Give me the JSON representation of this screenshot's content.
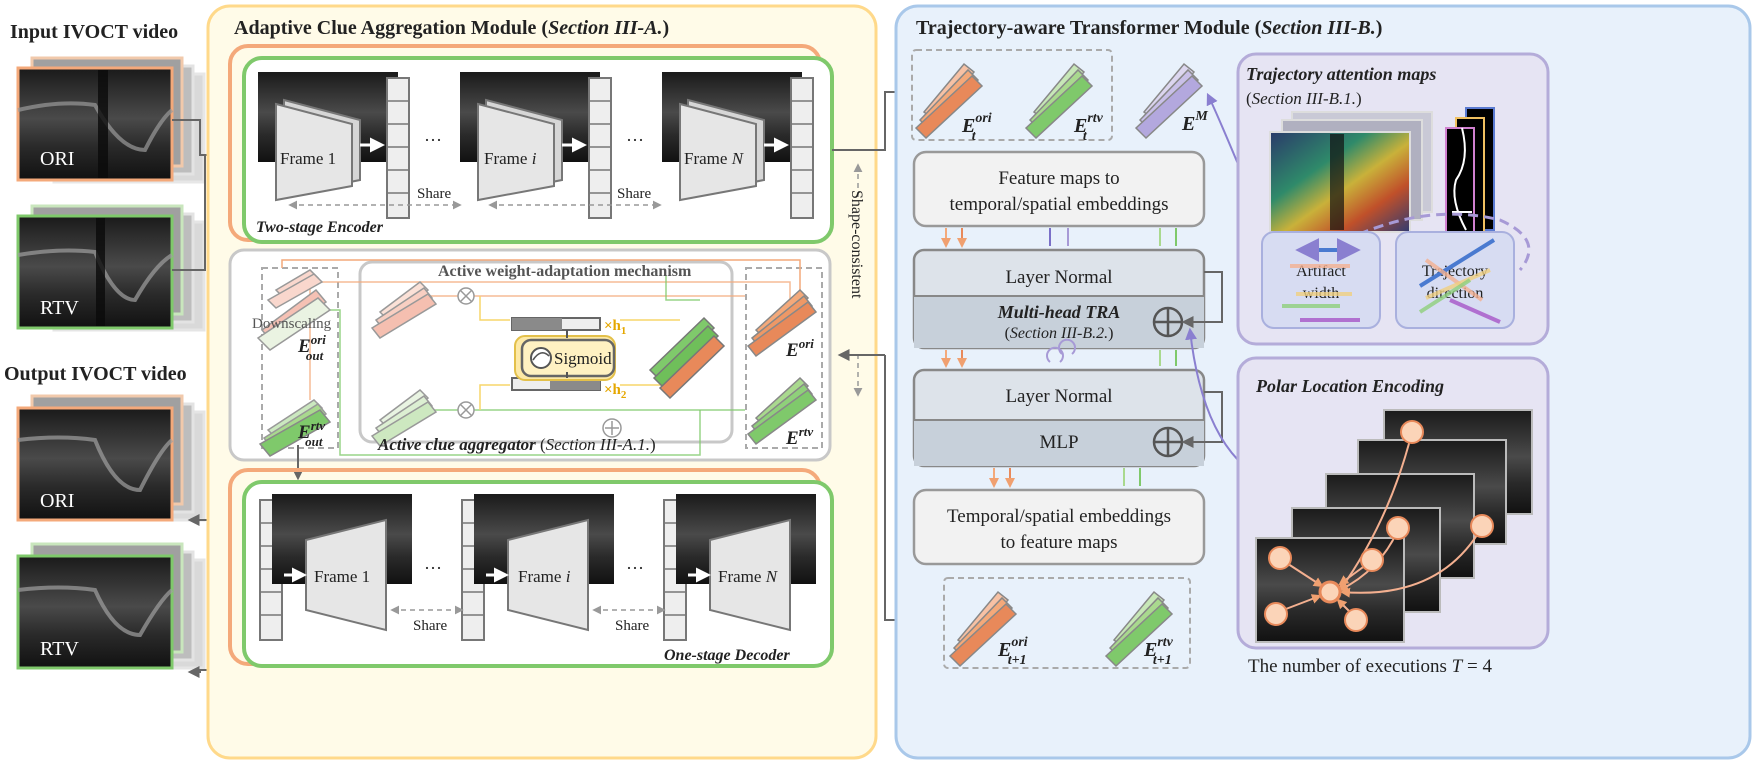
{
  "left_panel": {
    "input_title": "Input IVOCT video",
    "output_title": "Output IVOCT video",
    "ori_label": "ORI",
    "rtv_label": "RTV"
  },
  "acam": {
    "title_main": "Adaptive Clue Aggregation Module (",
    "title_section": "Section III-A.",
    "title_close": ")",
    "encoder": {
      "frames": [
        "Frame 1",
        "Frame ",
        "Frame "
      ],
      "frame_suffix": [
        "",
        "i",
        "N"
      ],
      "ellipsis": "···",
      "share": "Share",
      "caption": "Two-stage Encoder"
    },
    "aggregator": {
      "mechanism": "Active weight-adaptation mechanism",
      "downscaling": "Downscaling",
      "sigmoid": "Sigmoid",
      "h1": "×h",
      "h1_sub": "1",
      "h2": "×h",
      "h2_sub": "2",
      "e_out_base": "E",
      "e_out_ori_sup": "ori",
      "e_out_sub": "out",
      "e_out_rtv_sup": "rtv",
      "e_ori": "E",
      "e_ori_sup": "ori",
      "e_rtv": "E",
      "e_rtv_sup": "rtv",
      "caption_main": "Active clue aggregator",
      "caption_sec_open": " (",
      "caption_section": "Section III-A.1.",
      "caption_close": ")"
    },
    "shape_consistent": "Shape-consistent",
    "decoder": {
      "frames": [
        "Frame 1",
        "Frame ",
        "Frame "
      ],
      "frame_suffix": [
        "",
        "i",
        "N"
      ],
      "ellipsis": "···",
      "share": "Share",
      "caption": "One-stage Decoder"
    }
  },
  "tatm": {
    "title_main": "Trajectory-aware Transformer Module (",
    "title_section": "Section III-B.",
    "title_close": ")",
    "emb_top": {
      "e": "E",
      "ori_sup": "ori",
      "rtv_sup": "rtv",
      "sub_t": "t",
      "m_sup": "M"
    },
    "feat_to_emb_1": "Feature maps to",
    "feat_to_emb_2": "temporal/spatial embeddings",
    "layer_normal": "Layer  Normal",
    "mhtra": "Multi-head TRA",
    "mhtra_sec_open": "(",
    "mhtra_section": "Section III-B.2.",
    "mhtra_sec_close": ")",
    "layer_normal_2": "Layer  Normal",
    "mlp": "MLP",
    "emb_to_feat_1": "Temporal/spatial embeddings",
    "emb_to_feat_2": "to feature maps",
    "emb_bottom": {
      "e": "E",
      "ori_sup": "ori",
      "rtv_sup": "rtv",
      "sub": "t+1"
    },
    "traj_maps_title": "Trajectory attention maps",
    "traj_maps_sec_open": "(",
    "traj_maps_section": "Section III-B.1.",
    "traj_maps_sec_close": ")",
    "artifact_width_1": "Artifact",
    "artifact_width_2": "width",
    "traj_dir_1": "Trajectory",
    "traj_dir_2": "direction",
    "ple_title": "Polar Location Encoding",
    "executions_text": "The number of executions ",
    "executions_var": "T",
    "executions_eq": " = 4"
  },
  "colors": {
    "orange": "#f4a97a",
    "orange_dark": "#e8895a",
    "green": "#7fc96b",
    "green_dark": "#5aa646",
    "purple": "#a79ad6",
    "acam_bg": "#fffbe8",
    "acam_border": "#ffd98a",
    "tatm_bg": "#e8f1fb",
    "tatm_border": "#a9c8ea"
  }
}
